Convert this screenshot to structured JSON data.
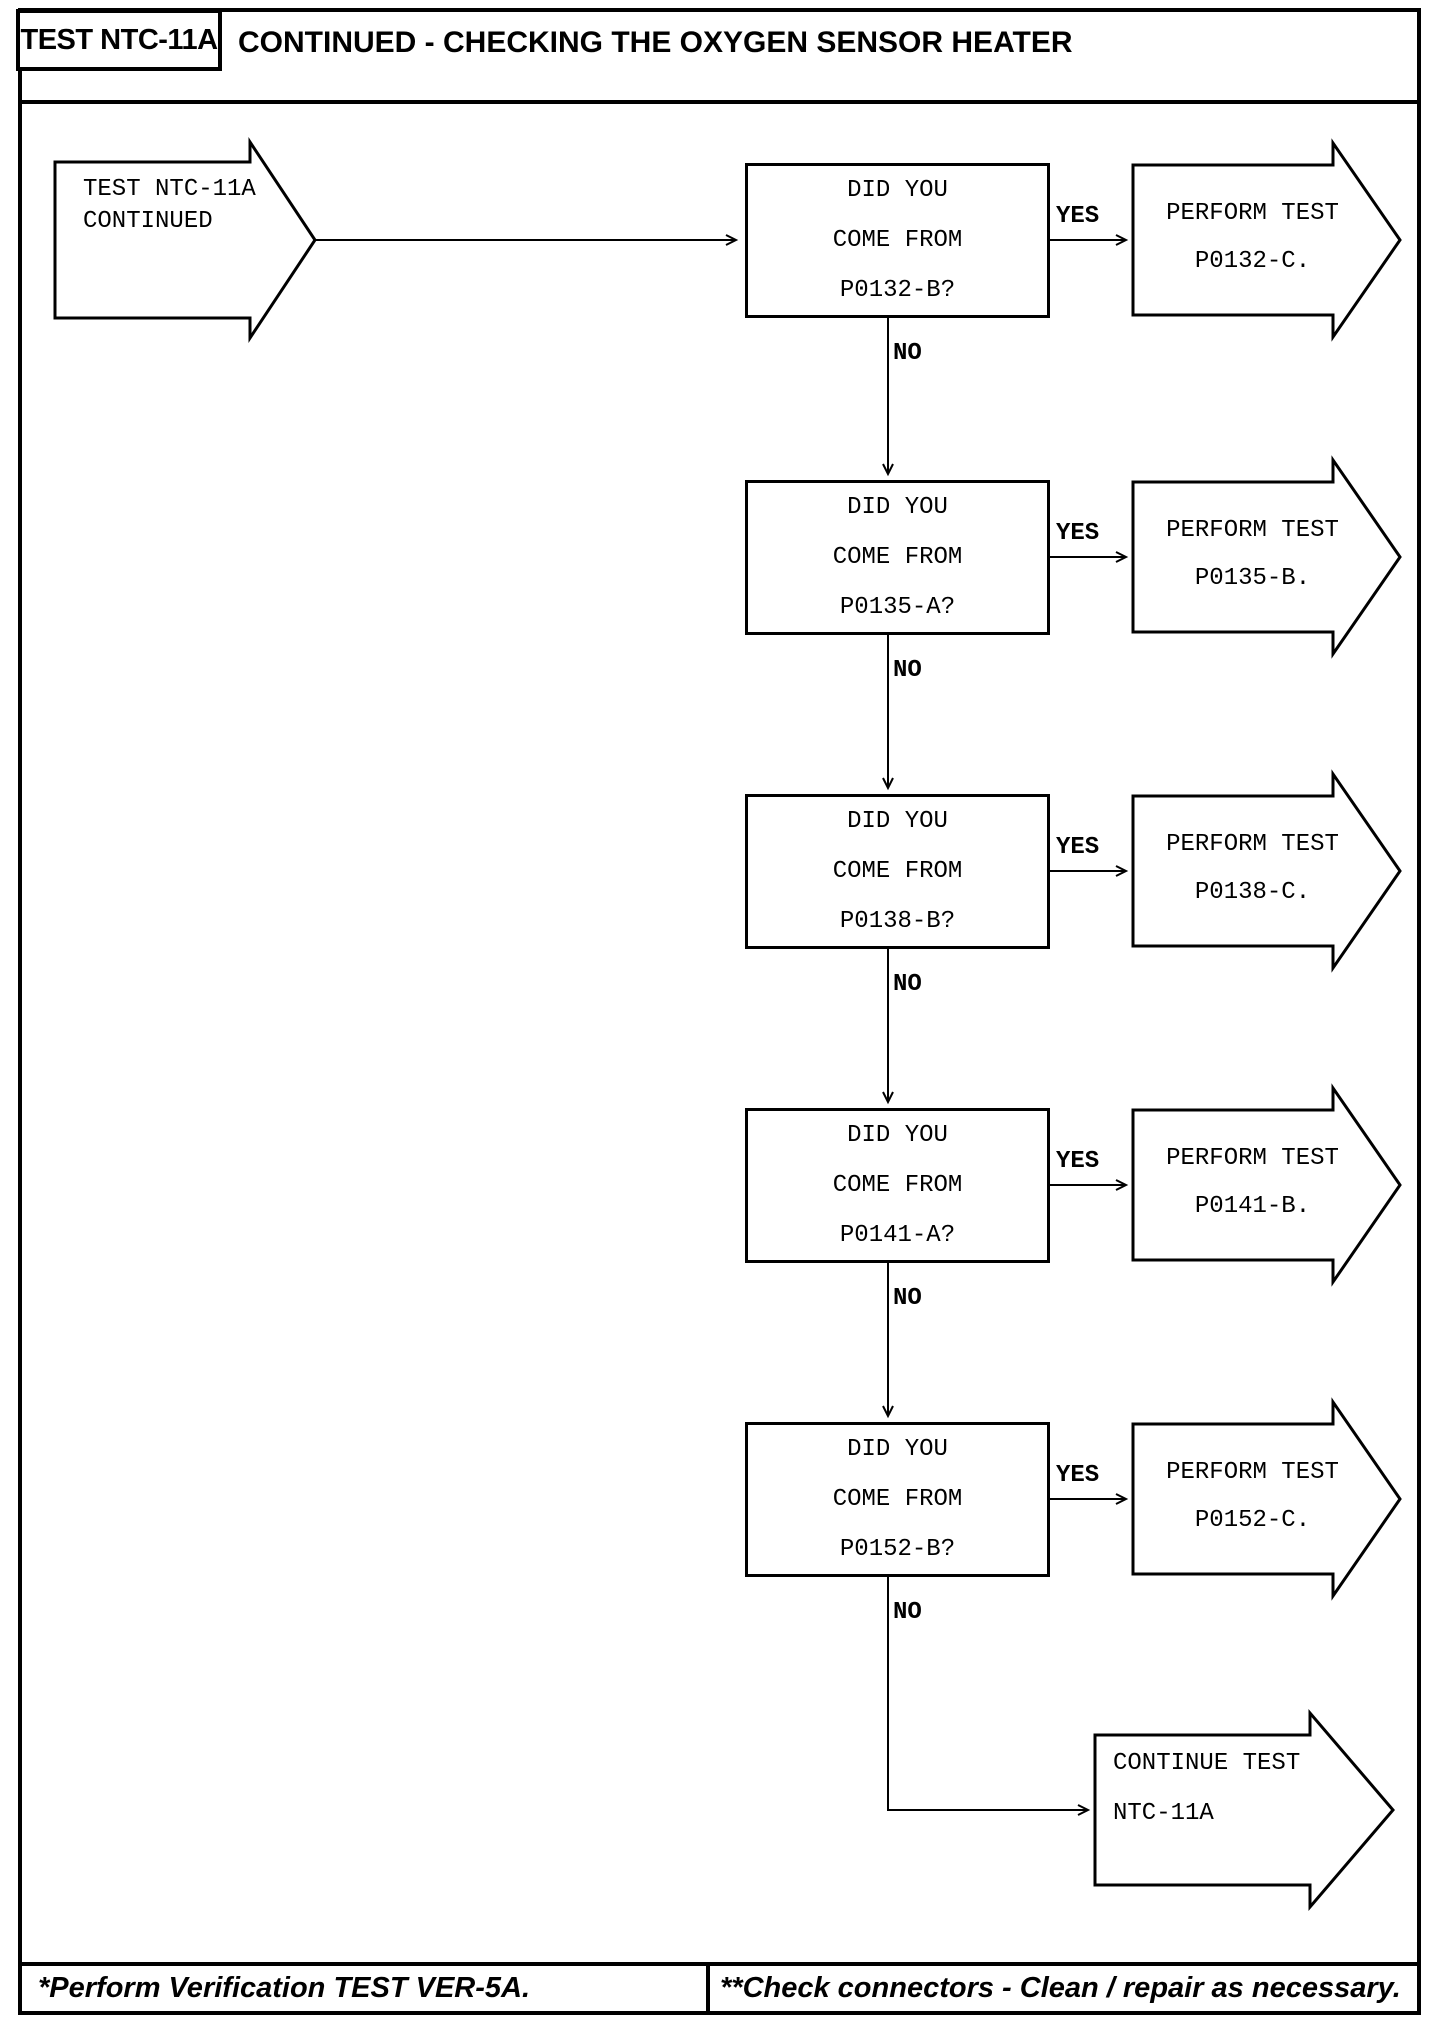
{
  "header": {
    "test_label": "TEST NTC-11A",
    "title": "CONTINUED - CHECKING THE OXYGEN SENSOR HEATER"
  },
  "flowchart": {
    "start": {
      "line1": "TEST NTC-11A",
      "line2": "CONTINUED"
    },
    "decisions": [
      {
        "q1": "DID YOU",
        "q2": "COME FROM",
        "q3": "P0132-B?",
        "yes": "YES",
        "no": "NO",
        "r1": "PERFORM TEST",
        "r2": "P0132-C."
      },
      {
        "q1": "DID YOU",
        "q2": "COME FROM",
        "q3": "P0135-A?",
        "yes": "YES",
        "no": "NO",
        "r1": "PERFORM TEST",
        "r2": "P0135-B."
      },
      {
        "q1": "DID YOU",
        "q2": "COME FROM",
        "q3": "P0138-B?",
        "yes": "YES",
        "no": "NO",
        "r1": "PERFORM TEST",
        "r2": "P0138-C."
      },
      {
        "q1": "DID YOU",
        "q2": "COME FROM",
        "q3": "P0141-A?",
        "yes": "YES",
        "no": "NO",
        "r1": "PERFORM TEST",
        "r2": "P0141-B."
      },
      {
        "q1": "DID YOU",
        "q2": "COME FROM",
        "q3": "P0152-B?",
        "yes": "YES",
        "no": "NO",
        "r1": "PERFORM TEST",
        "r2": "P0152-C."
      }
    ],
    "end": {
      "line1": "CONTINUE TEST",
      "line2": "NTC-11A"
    }
  },
  "footer": {
    "left_note": "*Perform Verification TEST VER-5A.",
    "right_note": "**Check connectors - Clean / repair as necessary."
  }
}
